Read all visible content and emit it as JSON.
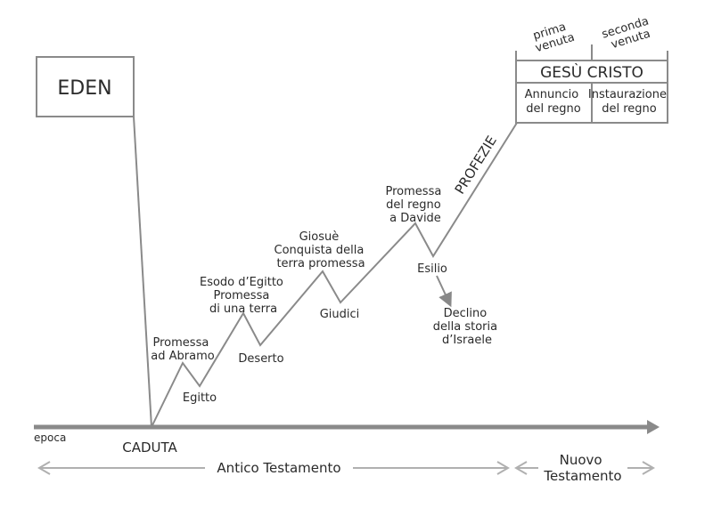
{
  "eden": "EDEN",
  "caduta": "CADUTA",
  "epoca": "epoca",
  "profezie": "PROFEZIE",
  "events": {
    "promessa_abramo": [
      "Promessa",
      "ad Abramo"
    ],
    "egitto": "Egitto",
    "esodo": [
      "Esodo d’Egitto",
      "Promessa",
      "di una terra"
    ],
    "deserto": "Deserto",
    "giosue": [
      "Giosuè",
      "Conquista della",
      "terra promessa"
    ],
    "giudici": "Giudici",
    "promessa_davide": [
      "Promessa",
      "del regno",
      "a Davide"
    ],
    "esilio": "Esilio",
    "declino": [
      "Declino",
      "della storia",
      "d’Israele"
    ]
  },
  "gesu": {
    "title": "GESÙ CRISTO",
    "prima_venuta": [
      "prima",
      "venuta"
    ],
    "seconda_venuta": [
      "seconda",
      "venuta"
    ],
    "annuncio": [
      "Annuncio",
      "del regno"
    ],
    "instaurazione": [
      "Instaurazione",
      "del regno"
    ]
  },
  "antico_testamento": "Antico Testamento",
  "nuovo_testamento": [
    "Nuovo",
    "Testamento"
  ],
  "colors": {
    "line": "#888888",
    "text": "#2a2a2a"
  }
}
